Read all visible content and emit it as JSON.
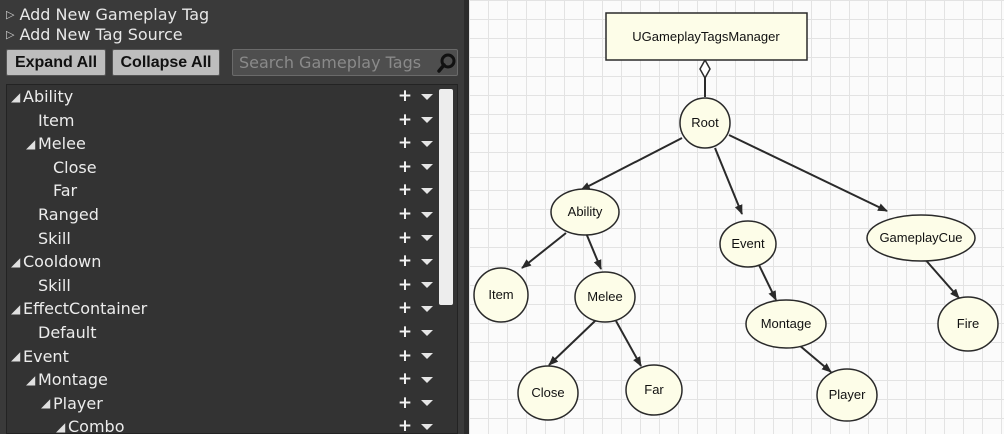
{
  "header": {
    "add_tag": "Add New Gameplay Tag",
    "add_source": "Add New Tag Source"
  },
  "toolbar": {
    "expand_all": "Expand All",
    "collapse_all": "Collapse All",
    "search_placeholder": "Search Gameplay Tags"
  },
  "tree": [
    {
      "label": "Ability",
      "depth": 0,
      "expanded": true
    },
    {
      "label": "Item",
      "depth": 1,
      "expanded": null
    },
    {
      "label": "Melee",
      "depth": 1,
      "expanded": true
    },
    {
      "label": "Close",
      "depth": 2,
      "expanded": null
    },
    {
      "label": "Far",
      "depth": 2,
      "expanded": null
    },
    {
      "label": "Ranged",
      "depth": 1,
      "expanded": null
    },
    {
      "label": "Skill",
      "depth": 1,
      "expanded": null
    },
    {
      "label": "Cooldown",
      "depth": 0,
      "expanded": true
    },
    {
      "label": "Skill",
      "depth": 1,
      "expanded": null
    },
    {
      "label": "EffectContainer",
      "depth": 0,
      "expanded": true
    },
    {
      "label": "Default",
      "depth": 1,
      "expanded": null
    },
    {
      "label": "Event",
      "depth": 0,
      "expanded": true
    },
    {
      "label": "Montage",
      "depth": 1,
      "expanded": true
    },
    {
      "label": "Player",
      "depth": 2,
      "expanded": true
    },
    {
      "label": "Combo",
      "depth": 3,
      "expanded": true
    }
  ],
  "row_icons": {
    "add": "plus-icon",
    "menu": "dropdown-arrow-icon"
  },
  "diagram": {
    "manager": "UGameplayTagsManager",
    "nodes": {
      "root": "Root",
      "ability": "Ability",
      "event": "Event",
      "gameplaycue": "GameplayCue",
      "item": "Item",
      "melee": "Melee",
      "montage": "Montage",
      "fire": "Fire",
      "close": "Close",
      "far": "Far",
      "player": "Player"
    }
  },
  "colors": {
    "panel_bg": "#3a3a3a",
    "node_fill": "#fdfde8",
    "button_bg": "#bdbdbd"
  }
}
